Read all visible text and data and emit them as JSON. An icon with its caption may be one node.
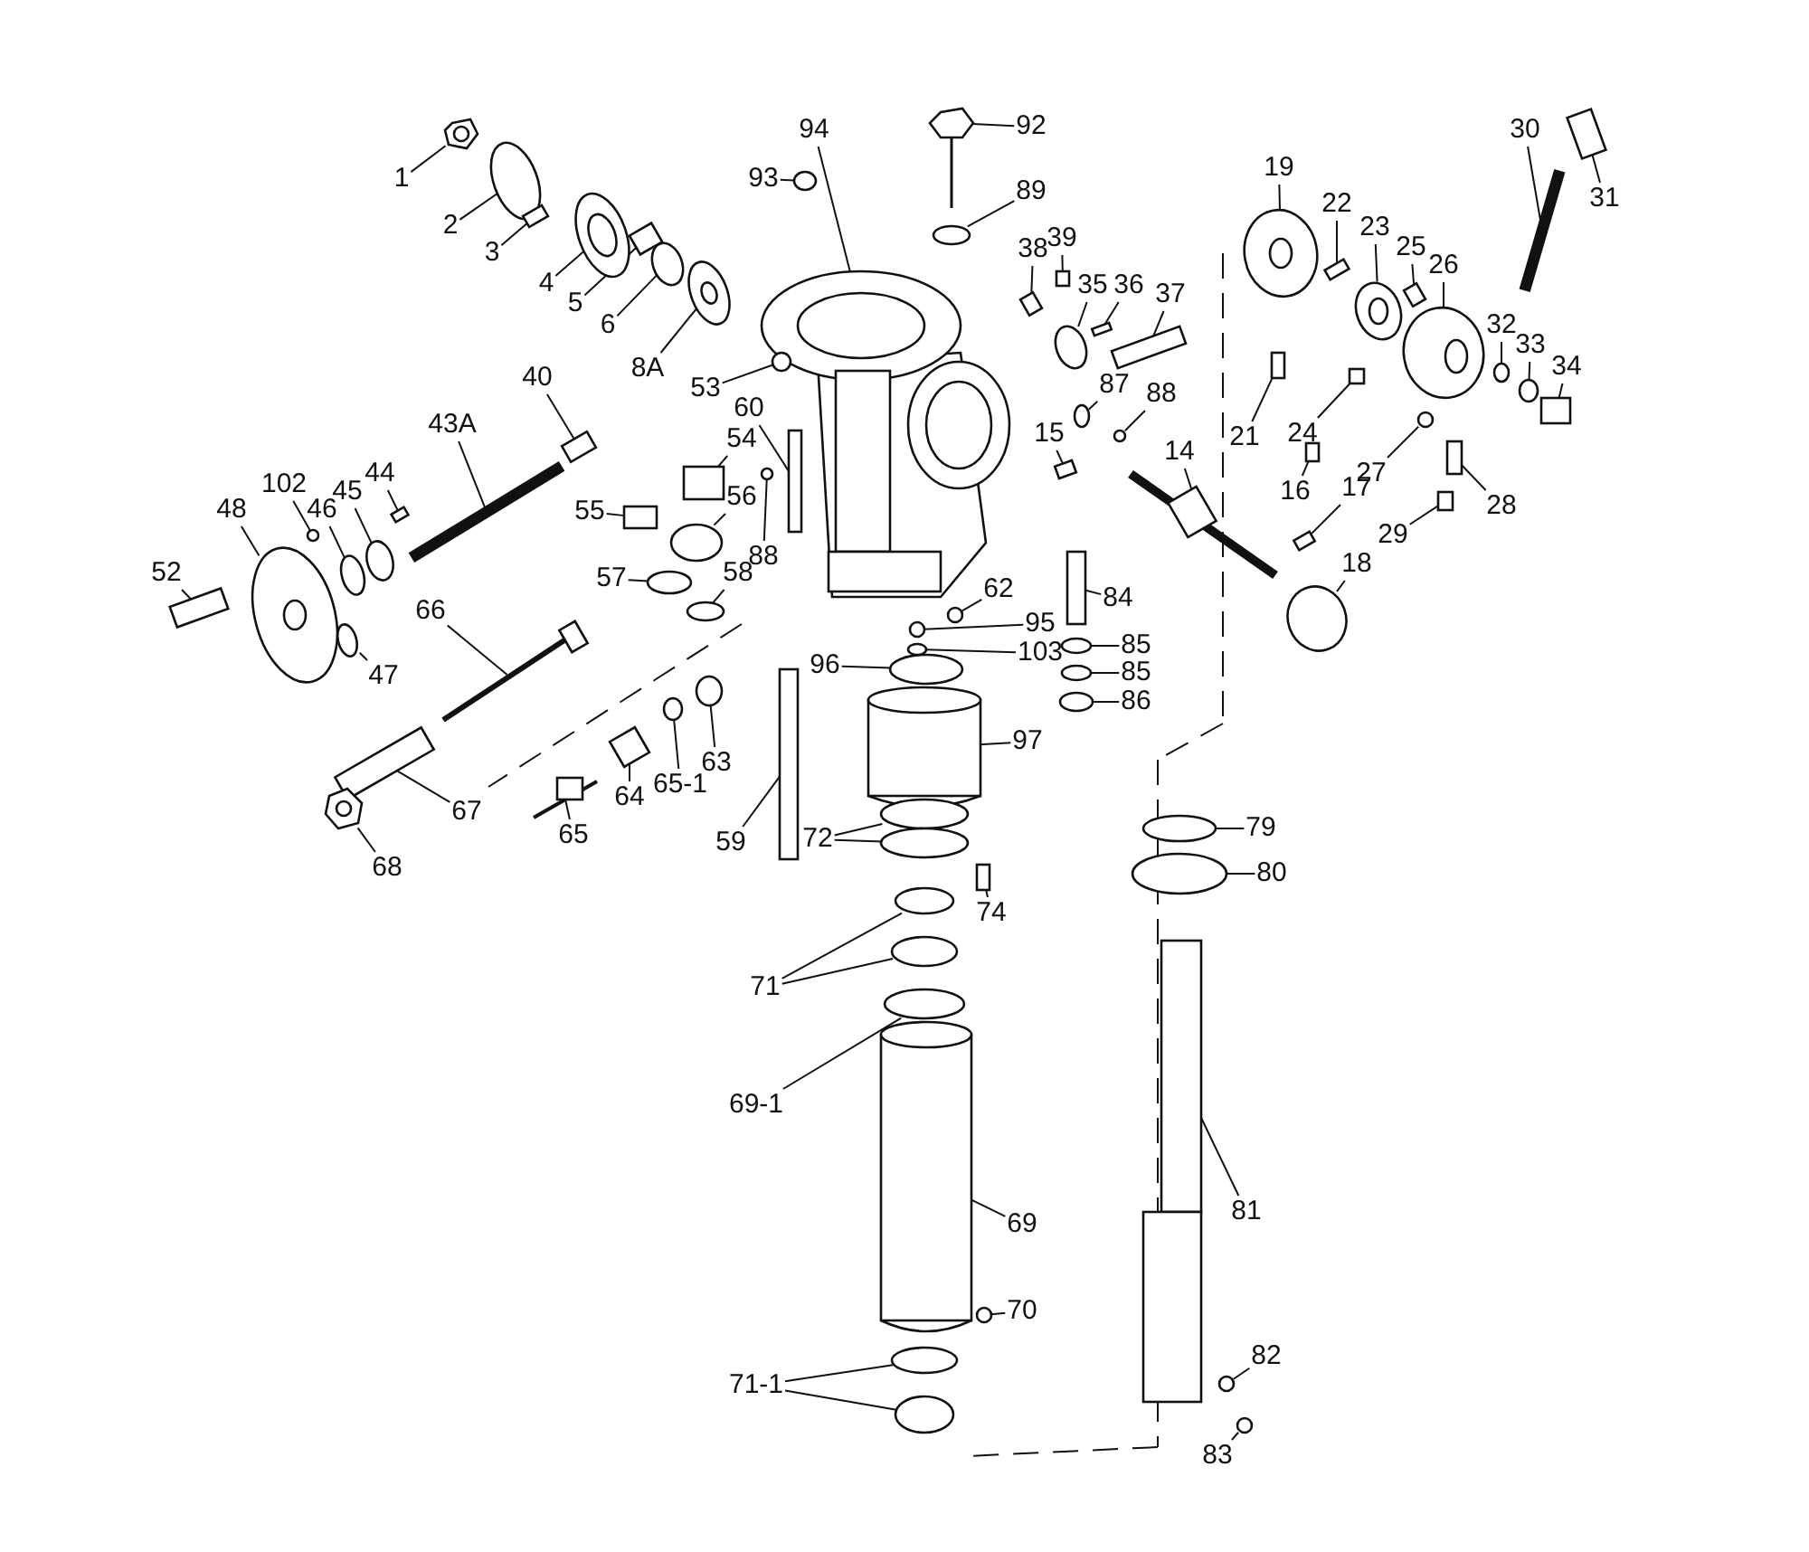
{
  "diagram": {
    "nodes": [
      {
        "text": [
          "1"
        ]
      },
      {
        "text": [
          "2"
        ]
      },
      {
        "text": [
          "3"
        ]
      },
      {
        "text": [
          "4"
        ]
      },
      {
        "text": [
          "5"
        ]
      },
      {
        "text": [
          "6"
        ]
      },
      {
        "text": [
          "8A"
        ]
      },
      {
        "text": [
          "94"
        ]
      },
      {
        "text": [
          "93"
        ]
      },
      {
        "text": [
          "92"
        ]
      },
      {
        "text": [
          "89"
        ]
      },
      {
        "text": [
          "38"
        ]
      },
      {
        "text": [
          "39"
        ]
      },
      {
        "text": [
          "35"
        ]
      },
      {
        "text": [
          "36"
        ]
      },
      {
        "text": [
          "37"
        ]
      },
      {
        "text": [
          "19"
        ]
      },
      {
        "text": [
          "22"
        ]
      },
      {
        "text": [
          "23"
        ]
      },
      {
        "text": [
          "25"
        ]
      },
      {
        "text": [
          "26"
        ]
      },
      {
        "text": [
          "30"
        ]
      },
      {
        "text": [
          "31"
        ]
      },
      {
        "text": [
          "32"
        ]
      },
      {
        "text": [
          "33"
        ]
      },
      {
        "text": [
          "34"
        ]
      },
      {
        "text": [
          "21"
        ]
      },
      {
        "text": [
          "24"
        ]
      },
      {
        "text": [
          "27"
        ]
      },
      {
        "text": [
          "28"
        ]
      },
      {
        "text": [
          "29"
        ]
      },
      {
        "text": [
          "87"
        ]
      },
      {
        "text": [
          "88"
        ]
      },
      {
        "text": [
          "15"
        ]
      },
      {
        "text": [
          "14"
        ]
      },
      {
        "text": [
          "16"
        ]
      },
      {
        "text": [
          "17"
        ]
      },
      {
        "text": [
          "18"
        ]
      },
      {
        "text": [
          "53"
        ]
      },
      {
        "text": [
          "60"
        ]
      },
      {
        "text": [
          "40"
        ]
      },
      {
        "text": [
          "43A"
        ]
      },
      {
        "text": [
          "54"
        ]
      },
      {
        "text": [
          "55"
        ]
      },
      {
        "text": [
          "56"
        ]
      },
      {
        "text": [
          "88"
        ]
      },
      {
        "text": [
          "57"
        ]
      },
      {
        "text": [
          "58"
        ]
      },
      {
        "text": [
          "62"
        ]
      },
      {
        "text": [
          "84"
        ]
      },
      {
        "text": [
          "95"
        ]
      },
      {
        "text": [
          "103"
        ]
      },
      {
        "text": [
          "85"
        ]
      },
      {
        "text": [
          "85"
        ]
      },
      {
        "text": [
          "86"
        ]
      },
      {
        "text": [
          "96"
        ]
      },
      {
        "text": [
          "97"
        ]
      },
      {
        "text": [
          "102"
        ]
      },
      {
        "text": [
          "48"
        ]
      },
      {
        "text": [
          "46"
        ]
      },
      {
        "text": [
          "45"
        ]
      },
      {
        "text": [
          "44"
        ]
      },
      {
        "text": [
          "52"
        ]
      },
      {
        "text": [
          "47"
        ]
      },
      {
        "text": [
          "66"
        ]
      },
      {
        "text": [
          "67"
        ]
      },
      {
        "text": [
          "68"
        ]
      },
      {
        "text": [
          "65"
        ]
      },
      {
        "text": [
          "64"
        ]
      },
      {
        "text": [
          "65-1"
        ]
      },
      {
        "text": [
          "63"
        ]
      },
      {
        "text": [
          "59"
        ]
      },
      {
        "text": [
          "72"
        ]
      },
      {
        "text": [
          "74"
        ]
      },
      {
        "text": [
          "79"
        ]
      },
      {
        "text": [
          "80"
        ]
      },
      {
        "text": [
          "71"
        ]
      },
      {
        "text": [
          "69-1"
        ]
      },
      {
        "text": [
          "69"
        ]
      },
      {
        "text": [
          "81"
        ]
      },
      {
        "text": [
          "70"
        ]
      },
      {
        "text": [
          "82"
        ]
      },
      {
        "text": [
          "83"
        ]
      },
      {
        "text": [
          "71-1"
        ]
      },
      {
        "text": [],
        "shape": "picture"
      },
      {
        "text": [],
        "shape": "circle"
      },
      {
        "text": [],
        "shape": "box"
      },
      {
        "text": [],
        "shape": "picture"
      },
      {
        "text": [],
        "shape": "box"
      },
      {
        "text": [],
        "shape": "circle"
      },
      {
        "text": [],
        "shape": "picture"
      },
      {
        "text": [],
        "shape": "picture"
      },
      {
        "text": [],
        "shape": "circle"
      },
      {
        "text": [],
        "shape": "picture"
      },
      {
        "text": [],
        "shape": "circle"
      },
      {
        "text": [],
        "shape": "box"
      },
      {
        "text": [],
        "shape": "box"
      },
      {
        "text": [],
        "shape": "circle"
      },
      {
        "text": [],
        "shape": "box"
      },
      {
        "text": [],
        "shape": "box"
      },
      {
        "text": [],
        "shape": "picture"
      },
      {
        "text": [],
        "shape": "box"
      },
      {
        "text": [],
        "shape": "picture"
      },
      {
        "text": [],
        "shape": "box"
      },
      {
        "text": [],
        "shape": "picture"
      },
      {
        "text": [],
        "shape": "bar"
      },
      {
        "text": [],
        "shape": "box"
      },
      {
        "text": [],
        "shape": "circle"
      },
      {
        "text": [],
        "shape": "circle"
      },
      {
        "text": [],
        "shape": "box"
      },
      {
        "text": [],
        "shape": "box"
      },
      {
        "text": [],
        "shape": "box"
      },
      {
        "text": [],
        "shape": "circle"
      },
      {
        "text": [],
        "shape": "box"
      },
      {
        "text": [],
        "shape": "box"
      },
      {
        "text": [],
        "shape": "circle"
      },
      {
        "text": [],
        "shape": "circle"
      },
      {
        "text": [],
        "shape": "box"
      },
      {
        "text": [],
        "shape": "picture"
      },
      {
        "text": [],
        "shape": "box"
      },
      {
        "text": [],
        "shape": "box"
      },
      {
        "text": [],
        "shape": "circle"
      },
      {
        "text": [],
        "shape": "circle"
      },
      {
        "text": [],
        "shape": "box"
      },
      {
        "text": [],
        "shape": "box"
      },
      {
        "text": [],
        "shape": "bar"
      },
      {
        "text": [],
        "shape": "box"
      },
      {
        "text": [],
        "shape": "box"
      },
      {
        "text": [],
        "shape": "circle"
      },
      {
        "text": [],
        "shape": "circle"
      },
      {
        "text": [],
        "shape": "circle"
      },
      {
        "text": [],
        "shape": "circle"
      },
      {
        "text": [],
        "shape": "circle"
      },
      {
        "text": [],
        "shape": "box"
      },
      {
        "text": [],
        "shape": "circle"
      },
      {
        "text": [],
        "shape": "circle"
      },
      {
        "text": [],
        "shape": "circle"
      },
      {
        "text": [],
        "shape": "circle"
      },
      {
        "text": [],
        "shape": "circle"
      },
      {
        "text": [],
        "shape": "circle"
      },
      {
        "text": [],
        "shape": "cylinder"
      },
      {
        "text": [],
        "shape": "circle"
      },
      {
        "text": [],
        "shape": "picture"
      },
      {
        "text": [],
        "shape": "circle"
      },
      {
        "text": [],
        "shape": "circle"
      },
      {
        "text": [],
        "shape": "box"
      },
      {
        "text": [],
        "shape": "box"
      },
      {
        "text": [],
        "shape": "circle"
      },
      {
        "text": [],
        "shape": "picture"
      },
      {
        "text": [],
        "shape": "box"
      },
      {
        "text": [],
        "shape": "picture"
      },
      {
        "text": [],
        "shape": "picture"
      },
      {
        "text": [],
        "shape": "box"
      },
      {
        "text": [],
        "shape": "circle"
      },
      {
        "text": [],
        "shape": "circle"
      },
      {
        "text": [],
        "shape": "box"
      },
      {
        "text": [],
        "shape": "circle"
      },
      {
        "text": [],
        "shape": "box"
      },
      {
        "text": [],
        "shape": "circle"
      },
      {
        "text": [],
        "shape": "circle"
      },
      {
        "text": [],
        "shape": "circle"
      },
      {
        "text": [],
        "shape": "circle"
      },
      {
        "text": [],
        "shape": "cylinder"
      },
      {
        "text": [],
        "shape": "picture"
      },
      {
        "text": [],
        "shape": "circle"
      },
      {
        "text": [],
        "shape": "circle"
      },
      {
        "text": [],
        "shape": "circle"
      },
      {
        "text": [],
        "shape": "circle"
      },
      {
        "text": [],
        "shape": "circle"
      },
      {
        "text": [],
        "shape": "circle"
      },
      {
        "text": [],
        "shape": "circle"
      }
    ],
    "edges": [
      {
        "from": 0,
        "to": 84,
        "arrow": "none"
      },
      {
        "from": 1,
        "to": 85,
        "arrow": "none"
      },
      {
        "from": 2,
        "to": 86,
        "arrow": "none"
      },
      {
        "from": 3,
        "to": 87,
        "arrow": "none"
      },
      {
        "from": 4,
        "to": 88,
        "arrow": "none"
      },
      {
        "from": 5,
        "to": 89,
        "arrow": "none"
      },
      {
        "from": 6,
        "to": 90,
        "arrow": "none"
      },
      {
        "from": 7,
        "to": 91,
        "arrow": "none"
      },
      {
        "from": 8,
        "to": 92,
        "arrow": "none"
      },
      {
        "from": 9,
        "to": 93,
        "arrow": "none"
      },
      {
        "from": 10,
        "to": 94,
        "arrow": "none"
      },
      {
        "from": 11,
        "to": 95,
        "arrow": "none"
      },
      {
        "from": 12,
        "to": 96,
        "arrow": "none"
      },
      {
        "from": 13,
        "to": 97,
        "arrow": "none"
      },
      {
        "from": 14,
        "to": 98,
        "arrow": "none"
      },
      {
        "from": 15,
        "to": 99,
        "arrow": "none"
      },
      {
        "from": 16,
        "to": 100,
        "arrow": "none"
      },
      {
        "from": 17,
        "to": 101,
        "arrow": "none"
      },
      {
        "from": 18,
        "to": 102,
        "arrow": "none"
      },
      {
        "from": 19,
        "to": 103,
        "arrow": "none"
      },
      {
        "from": 20,
        "to": 104,
        "arrow": "none"
      },
      {
        "from": 21,
        "to": 105,
        "arrow": "none"
      },
      {
        "from": 22,
        "to": 106,
        "arrow": "none"
      },
      {
        "from": 23,
        "to": 107,
        "arrow": "none"
      },
      {
        "from": 24,
        "to": 108,
        "arrow": "none"
      },
      {
        "from": 25,
        "to": 109,
        "arrow": "none"
      },
      {
        "from": 26,
        "to": 110,
        "arrow": "none"
      },
      {
        "from": 27,
        "to": 111,
        "arrow": "none"
      },
      {
        "from": 28,
        "to": 112,
        "arrow": "none"
      },
      {
        "from": 29,
        "to": 113,
        "arrow": "none"
      },
      {
        "from": 30,
        "to": 114,
        "arrow": "none"
      },
      {
        "from": 31,
        "to": 115,
        "arrow": "none"
      },
      {
        "from": 32,
        "to": 116,
        "arrow": "none"
      },
      {
        "from": 33,
        "to": 117,
        "arrow": "none"
      },
      {
        "from": 34,
        "to": 118,
        "arrow": "none"
      },
      {
        "from": 35,
        "to": 119,
        "arrow": "none"
      },
      {
        "from": 36,
        "to": 120,
        "arrow": "none"
      },
      {
        "from": 37,
        "to": 121,
        "arrow": "none"
      },
      {
        "from": 38,
        "to": 122,
        "arrow": "none"
      },
      {
        "from": 39,
        "to": 123,
        "arrow": "none"
      },
      {
        "from": 40,
        "to": 124,
        "arrow": "none"
      },
      {
        "from": 41,
        "to": 125,
        "arrow": "none"
      },
      {
        "from": 42,
        "to": 126,
        "arrow": "none"
      },
      {
        "from": 43,
        "to": 127,
        "arrow": "none"
      },
      {
        "from": 44,
        "to": 128,
        "arrow": "none"
      },
      {
        "from": 45,
        "to": 129,
        "arrow": "none"
      },
      {
        "from": 46,
        "to": 130,
        "arrow": "none"
      },
      {
        "from": 47,
        "to": 131,
        "arrow": "none"
      },
      {
        "from": 48,
        "to": 132,
        "arrow": "none"
      },
      {
        "from": 49,
        "to": 133,
        "arrow": "none"
      },
      {
        "from": 50,
        "to": 134,
        "arrow": "none"
      },
      {
        "from": 51,
        "to": 135,
        "arrow": "none"
      },
      {
        "from": 52,
        "to": 136,
        "arrow": "none"
      },
      {
        "from": 53,
        "to": 137,
        "arrow": "none"
      },
      {
        "from": 54,
        "to": 138,
        "arrow": "none"
      },
      {
        "from": 55,
        "to": 139,
        "arrow": "none"
      },
      {
        "from": 56,
        "to": 140,
        "arrow": "none"
      },
      {
        "from": 57,
        "to": 141,
        "arrow": "none"
      },
      {
        "from": 58,
        "to": 142,
        "arrow": "none"
      },
      {
        "from": 59,
        "to": 143,
        "arrow": "none"
      },
      {
        "from": 60,
        "to": 144,
        "arrow": "none"
      },
      {
        "from": 61,
        "to": 145,
        "arrow": "none"
      },
      {
        "from": 62,
        "to": 146,
        "arrow": "none"
      },
      {
        "from": 63,
        "to": 147,
        "arrow": "none"
      },
      {
        "from": 64,
        "to": 148,
        "arrow": "none"
      },
      {
        "from": 65,
        "to": 149,
        "arrow": "none"
      },
      {
        "from": 66,
        "to": 150,
        "arrow": "none"
      },
      {
        "from": 67,
        "to": 151,
        "arrow": "none"
      },
      {
        "from": 68,
        "to": 152,
        "arrow": "none"
      },
      {
        "from": 69,
        "to": 153,
        "arrow": "none"
      },
      {
        "from": 70,
        "to": 154,
        "arrow": "none"
      },
      {
        "from": 71,
        "to": 155,
        "arrow": "none"
      },
      {
        "from": 72,
        "to": 156,
        "arrow": "none"
      },
      {
        "from": 73,
        "to": 157,
        "arrow": "none"
      },
      {
        "from": 74,
        "to": 158,
        "arrow": "none"
      },
      {
        "from": 75,
        "to": 159,
        "arrow": "none"
      },
      {
        "from": 76,
        "to": 160,
        "arrow": "none"
      },
      {
        "from": 77,
        "to": 161,
        "arrow": "none"
      },
      {
        "from": 78,
        "to": 162,
        "arrow": "none"
      },
      {
        "from": 79,
        "to": 163,
        "arrow": "none"
      },
      {
        "from": 80,
        "to": 164,
        "arrow": "none"
      },
      {
        "from": 81,
        "to": 165,
        "arrow": "none"
      },
      {
        "from": 82,
        "to": 166,
        "arrow": "none"
      },
      {
        "from": 83,
        "to": 167,
        "arrow": "none"
      },
      {
        "from": 72,
        "to": 168,
        "arrow": "none"
      },
      {
        "from": 76,
        "to": 169,
        "arrow": "none"
      },
      {
        "from": 83,
        "to": 170,
        "arrow": "none"
      }
    ]
  }
}
